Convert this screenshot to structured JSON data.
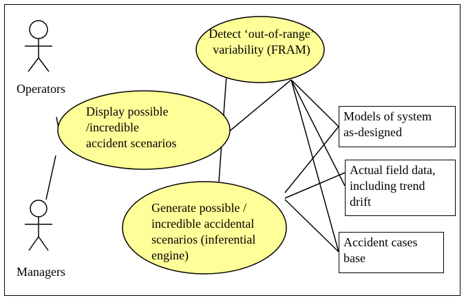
{
  "actors": [
    {
      "id": "operators",
      "label": "Operators"
    },
    {
      "id": "managers",
      "label": "Managers"
    }
  ],
  "use_cases": [
    {
      "id": "detect",
      "text": "Detect ‘out-of-range’\nvariability (FRAM)"
    },
    {
      "id": "display",
      "text": "Display possible\n/incredible\naccident scenarios"
    },
    {
      "id": "generate",
      "text": "Generate possible /\nincredible accidental\nscenarios (inferential\nengine)"
    }
  ],
  "artifacts": [
    {
      "id": "models",
      "text": "Models of system\nas-designed"
    },
    {
      "id": "field",
      "text": "Actual field data,\nincluding trend\ndrift"
    },
    {
      "id": "cases",
      "text": "Accident cases\nbase"
    }
  ],
  "colors": {
    "usecase_fill": "#ffff99",
    "stroke": "#000000"
  }
}
